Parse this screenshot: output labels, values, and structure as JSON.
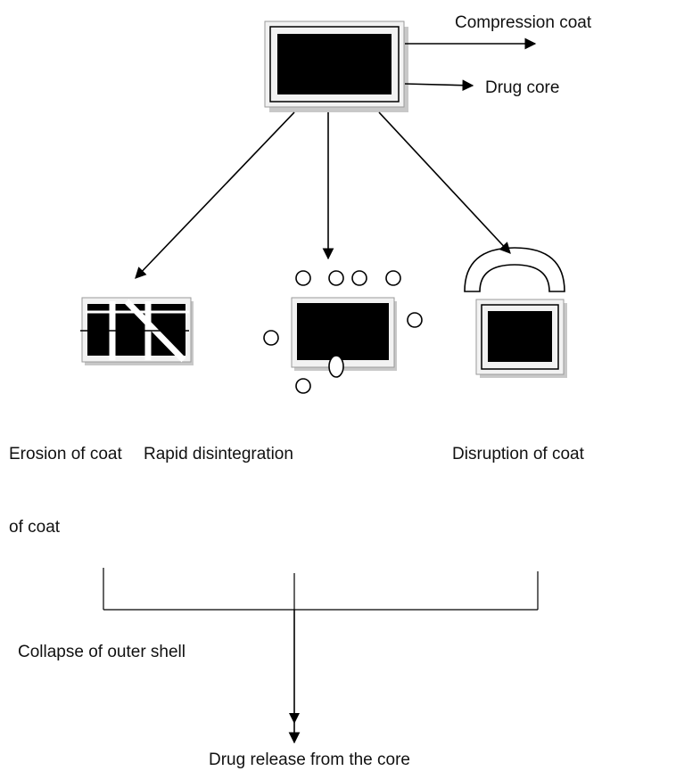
{
  "labels": {
    "compression_coat": "Compression coat",
    "drug_core": "Drug core",
    "erosion_of_coat": "Erosion of coat",
    "rapid_disintegration": "Rapid disintegration",
    "rapid_disintegration_cont": "of coat",
    "disruption_of_coat": "Disruption of coat",
    "collapse_outer_shell": "Collapse of outer shell",
    "drug_release": "Drug release from the core"
  },
  "colors": {
    "core": "#000000",
    "coat": "#f2f2f2",
    "shadow": "#c8c8c8"
  }
}
